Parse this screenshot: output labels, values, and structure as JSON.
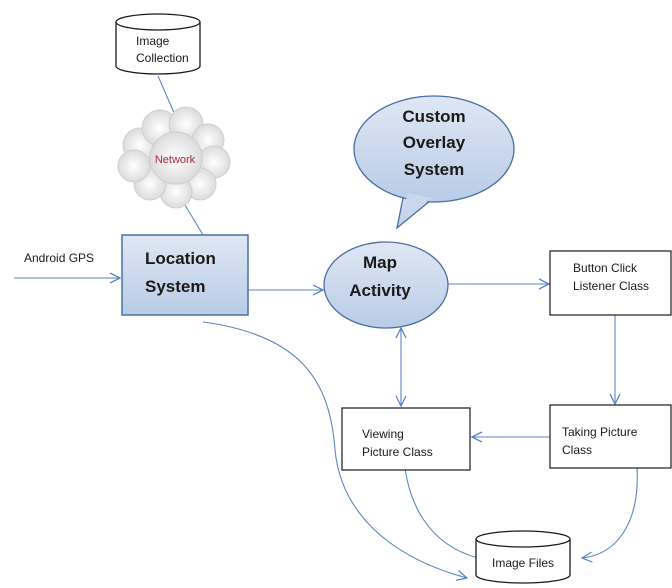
{
  "nodes": {
    "image_collection": {
      "line1": "Image",
      "line2": "Collection"
    },
    "network": {
      "label": "Network"
    },
    "location_system": {
      "line1": "Location",
      "line2": "System"
    },
    "custom_overlay": {
      "line1": "Custom",
      "line2": "Overlay",
      "line3": "System"
    },
    "map_activity": {
      "line1": "Map",
      "line2": "Activity"
    },
    "button_click": {
      "line1": "Button Click",
      "line2": "Listener Class"
    },
    "taking_picture": {
      "line1": "Taking Picture",
      "line2": "Class"
    },
    "viewing_picture": {
      "line1": "Viewing",
      "line2": "Picture Class"
    },
    "image_files": {
      "label": "Image Files"
    },
    "android_gps": {
      "label": "Android GPS"
    }
  },
  "colors": {
    "line": "#5b86c5",
    "box_fill": "#c9d7ec",
    "box_stroke": "#4a6fa5",
    "network_text": "#a8283a"
  }
}
